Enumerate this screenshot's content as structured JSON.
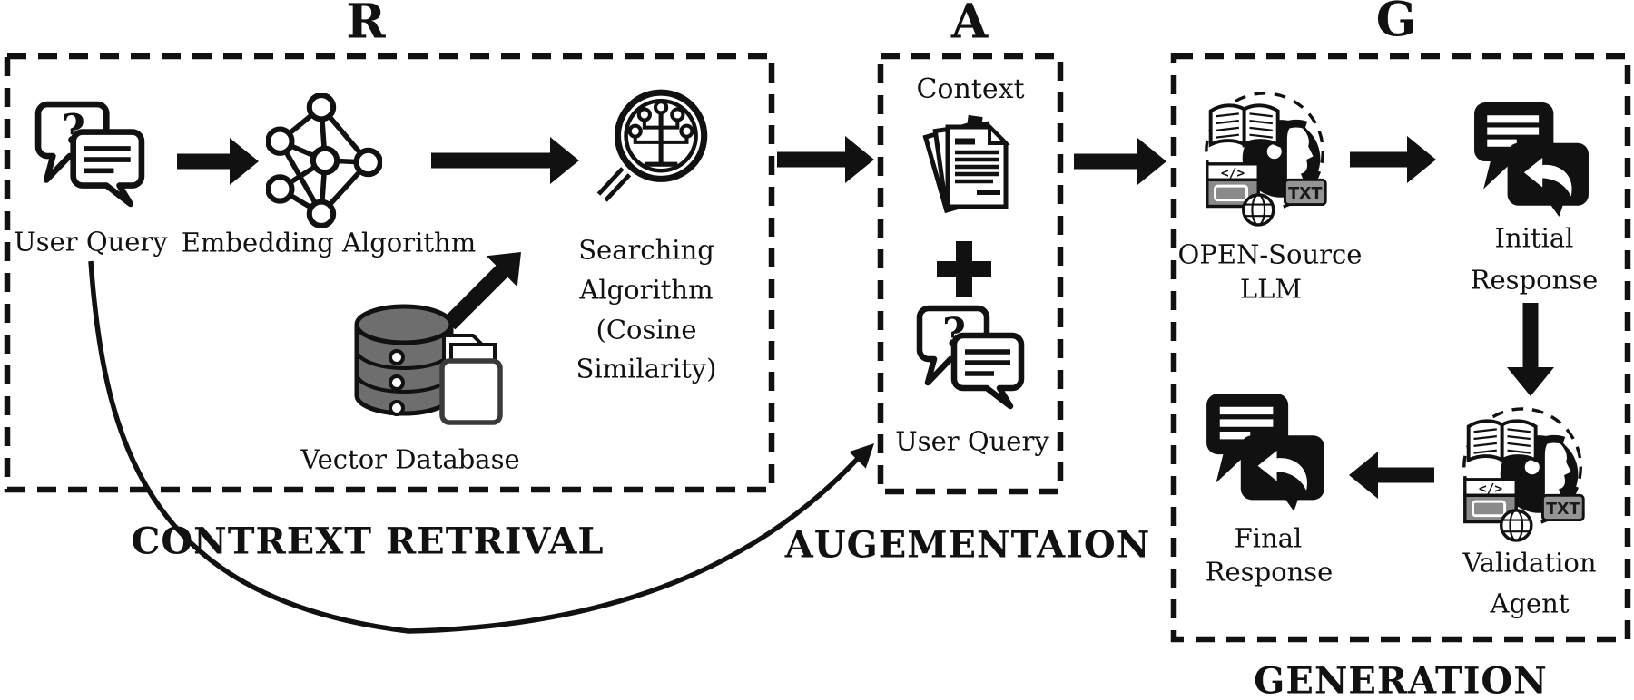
{
  "colors": {
    "ink": "#111111",
    "background": "#ffffff",
    "db_gray": "#6e6e6e",
    "badge_gray": "#949494"
  },
  "sections": {
    "retrieval": {
      "letter": "R",
      "caption": "CONTREXT RETRIVAL",
      "user_query_label": "User Query",
      "embedding_label": "Embedding Algorithm",
      "searching_lines": [
        "Searching",
        "Algorithm",
        "(Cosine",
        "Similarity)"
      ],
      "vector_db_label": "Vector Database"
    },
    "augmentation": {
      "letter": "A",
      "caption": "AUGEMENTAION",
      "context_label": "Context",
      "plus_sign": "+",
      "user_query_label": "User Query"
    },
    "generation": {
      "letter": "G",
      "caption": "GENERATION",
      "llm_lines": [
        "OPEN-Source",
        "LLM"
      ],
      "initial_lines": [
        "Initial",
        "Response"
      ],
      "validation_lines": [
        "Validation",
        "Agent"
      ],
      "final_lines": [
        "Final",
        "Response"
      ]
    }
  },
  "icon_text": {
    "question_mark": "?",
    "code_tag": "</>",
    "txt_badge": "TXT"
  }
}
